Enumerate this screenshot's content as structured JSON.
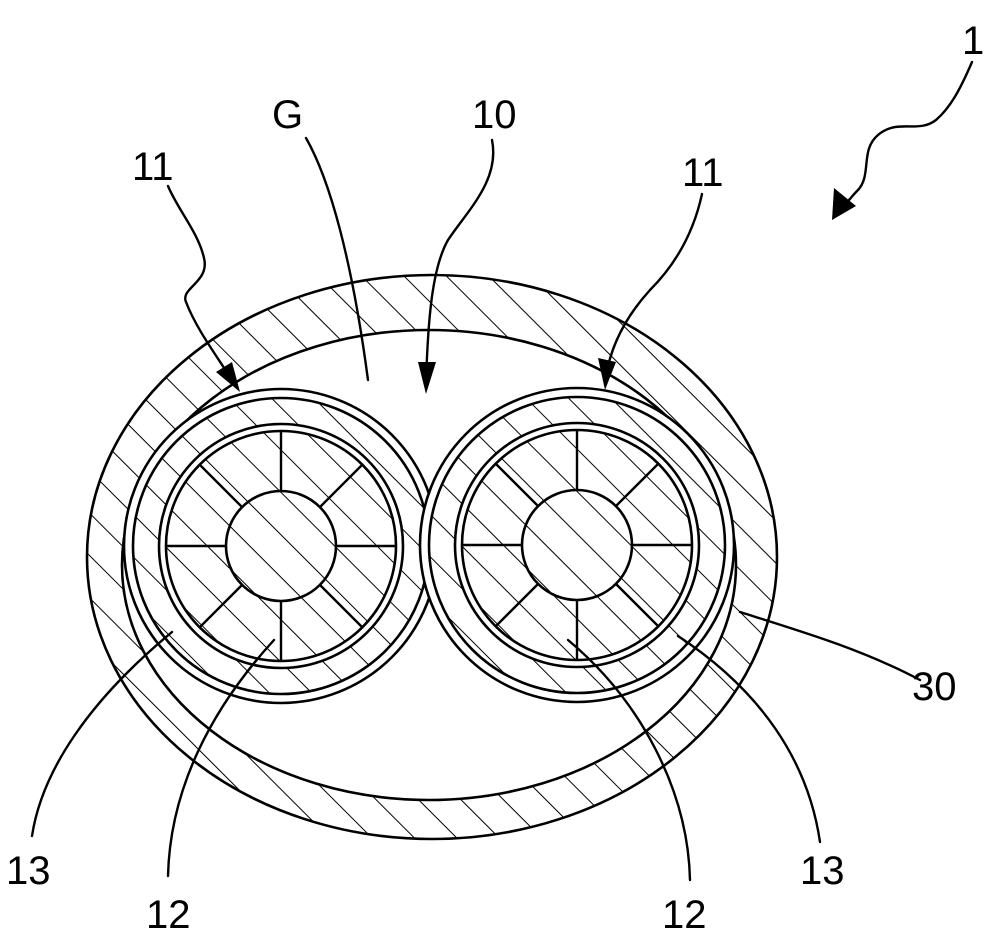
{
  "figure": {
    "labels": {
      "cable": "1",
      "pair": "10",
      "gap": "G",
      "wire_left": "11",
      "wire_right": "11",
      "conductor_left": "12",
      "conductor_right": "12",
      "insulation_left": "13",
      "insulation_right": "13",
      "sheath": "30"
    }
  }
}
